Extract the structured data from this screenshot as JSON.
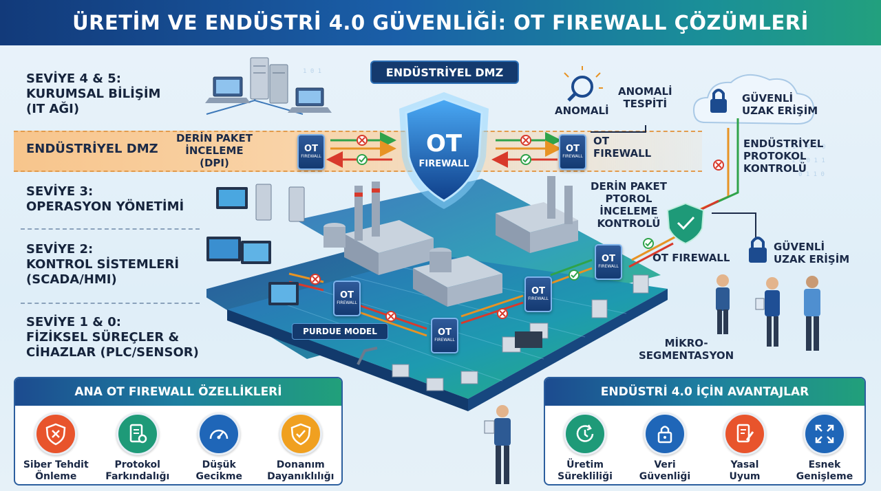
{
  "title": "ÜRETİM VE ENDÜSTRİ 4.0 GÜVENLİĞİ: OT FIREWALL ÇÖZÜMLERİ",
  "levels": [
    {
      "text": "SEVİYE 4 & 5:\nKURUMSAL BİLİŞİM\n(IT AĞI)"
    },
    {
      "text": "SEVİYE 3:\nOPERASYON YÖNETİMİ"
    },
    {
      "text": "SEVİYE 2:\nKONTROL SİSTEMLERİ\n(SCADA/HMI)"
    },
    {
      "text": "SEVİYE 1 & 0:\nFİZİKSEL SÜREÇLER &\nCİHAZLAR (PLC/SENSOR)"
    }
  ],
  "dmz": {
    "band_label": "ENDÜSTRİYEL DMZ",
    "badge": "ENDÜSTRİYEL DMZ",
    "dpi_label": "DERİN PAKET\nİNCELEME\n(DPI)"
  },
  "shield": {
    "line1": "OT",
    "line2": "FIREWALL"
  },
  "device": {
    "line1": "OT",
    "line2": "FIREWALL"
  },
  "purdue_label": "PURDUE MODEL",
  "right": {
    "anomaly": "ANOMALİ",
    "anomaly_detect": "ANOMALİ\nTESPİTİ",
    "ot_firewall_1": "OT\nFIREWALL",
    "secure_remote_1": "GÜVENLİ\nUZAK ERİŞİM",
    "protocol_control": "ENDÜSTRİYEL\nPROTOKOL\nKONTROLÜ",
    "dpi_protocol": "DERİN PAKET\nPTOROL\nİNCELEME\nKONTROLÜ",
    "ot_firewall_2": "OT FIREWALL",
    "secure_remote_2": "GÜVENLİ\nUZAK ERİŞİM",
    "micro_seg": "MİKRO-\nSEGMENTASYON"
  },
  "features_panel": {
    "title": "ANA OT FIREWALL ÖZELLİKLERİ",
    "items": [
      {
        "label": "Siber Tehdit\nÖnleme",
        "color": "#e8542c",
        "icon": "shield-x-icon"
      },
      {
        "label": "Protokol\nFarkındalığı",
        "color": "#1e9a78",
        "icon": "document-gear-icon"
      },
      {
        "label": "Düşük\nGecikme",
        "color": "#1f66b8",
        "icon": "speedometer-icon"
      },
      {
        "label": "Donanım\nDayanıklılığı",
        "color": "#f0a020",
        "icon": "shield-check-icon"
      }
    ]
  },
  "benefits_panel": {
    "title": "ENDÜSTRİ 4.0 İÇİN AVANTAJLAR",
    "items": [
      {
        "label": "Üretim\nSürekliliği",
        "color": "#1e9a78",
        "icon": "cycle-clock-icon"
      },
      {
        "label": "Veri\nGüvenliği",
        "color": "#1f66b8",
        "icon": "padlock-icon"
      },
      {
        "label": "Yasal\nUyum",
        "color": "#e8542c",
        "icon": "document-pen-icon"
      },
      {
        "label": "Esnek\nGenişleme",
        "color": "#1f66b8",
        "icon": "expand-arrows-icon"
      }
    ]
  }
}
